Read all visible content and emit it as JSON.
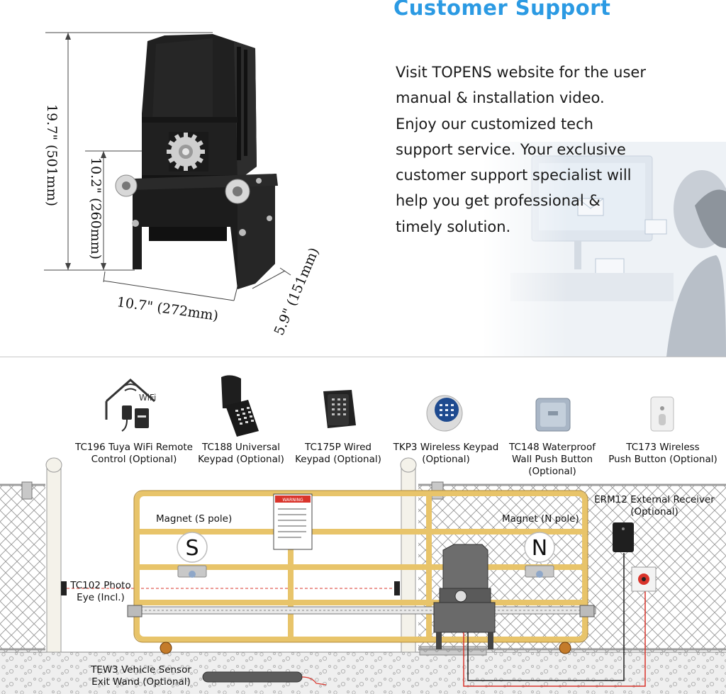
{
  "support": {
    "title": "Customer  Support",
    "lines": [
      "Visit TOPENS website for the user",
      "manual & installation video.",
      "Enjoy our customized tech",
      "support service. Your exclusive",
      "customer support specialist will",
      "help you get professional &",
      "timely solution."
    ]
  },
  "dimensions": {
    "height_total": "19.7\" (501mm)",
    "height_body": "10.2\" (260mm)",
    "width": "10.7\" (272mm)",
    "depth": "5.9\" (151mm)"
  },
  "accessories": [
    {
      "line1": "TC196 Tuya WiFi Remote",
      "line2": "Control (Optional)",
      "icon": "wifi-house-icon"
    },
    {
      "line1": "TC188 Universal",
      "line2": "Keypad (Optional)",
      "icon": "universal-keypad-icon"
    },
    {
      "line1": "TC175P Wired",
      "line2": "Keypad (Optional)",
      "icon": "wired-keypad-icon"
    },
    {
      "line1": "TKP3 Wireless Keypad",
      "line2": "(Optional)",
      "icon": "wireless-keypad-icon"
    },
    {
      "line1": "TC148 Waterproof",
      "line2": "Wall Push Button",
      "line3": "(Optional)",
      "icon": "wall-push-button-icon"
    },
    {
      "line1": "TC173 Wireless",
      "line2": "Push Button (Optional)",
      "icon": "wireless-push-button-icon"
    }
  ],
  "wifi_badge": "WiFi",
  "scene": {
    "magnet_s": "Magnet (S pole)",
    "magnet_n": "Magnet (N pole)",
    "magnet_s_letter": "S",
    "magnet_n_letter": "N",
    "erm12_line1": "ERM12 External Receiver",
    "erm12_line2": "(Optional)",
    "photo_eye_line1": "TC102 Photo",
    "photo_eye_line2": "Eye (Incl.)",
    "tew3_line1": "TEW3 Vehicle Sensor",
    "tew3_line2": "Exit Wand (Optional)",
    "warning_sign": "WARNING"
  },
  "colors": {
    "accent_blue": "#2b9ae3",
    "gate_yellow": "#e8c46a",
    "opener_black": "#1f1f1f",
    "wire_red": "#d9342b"
  }
}
